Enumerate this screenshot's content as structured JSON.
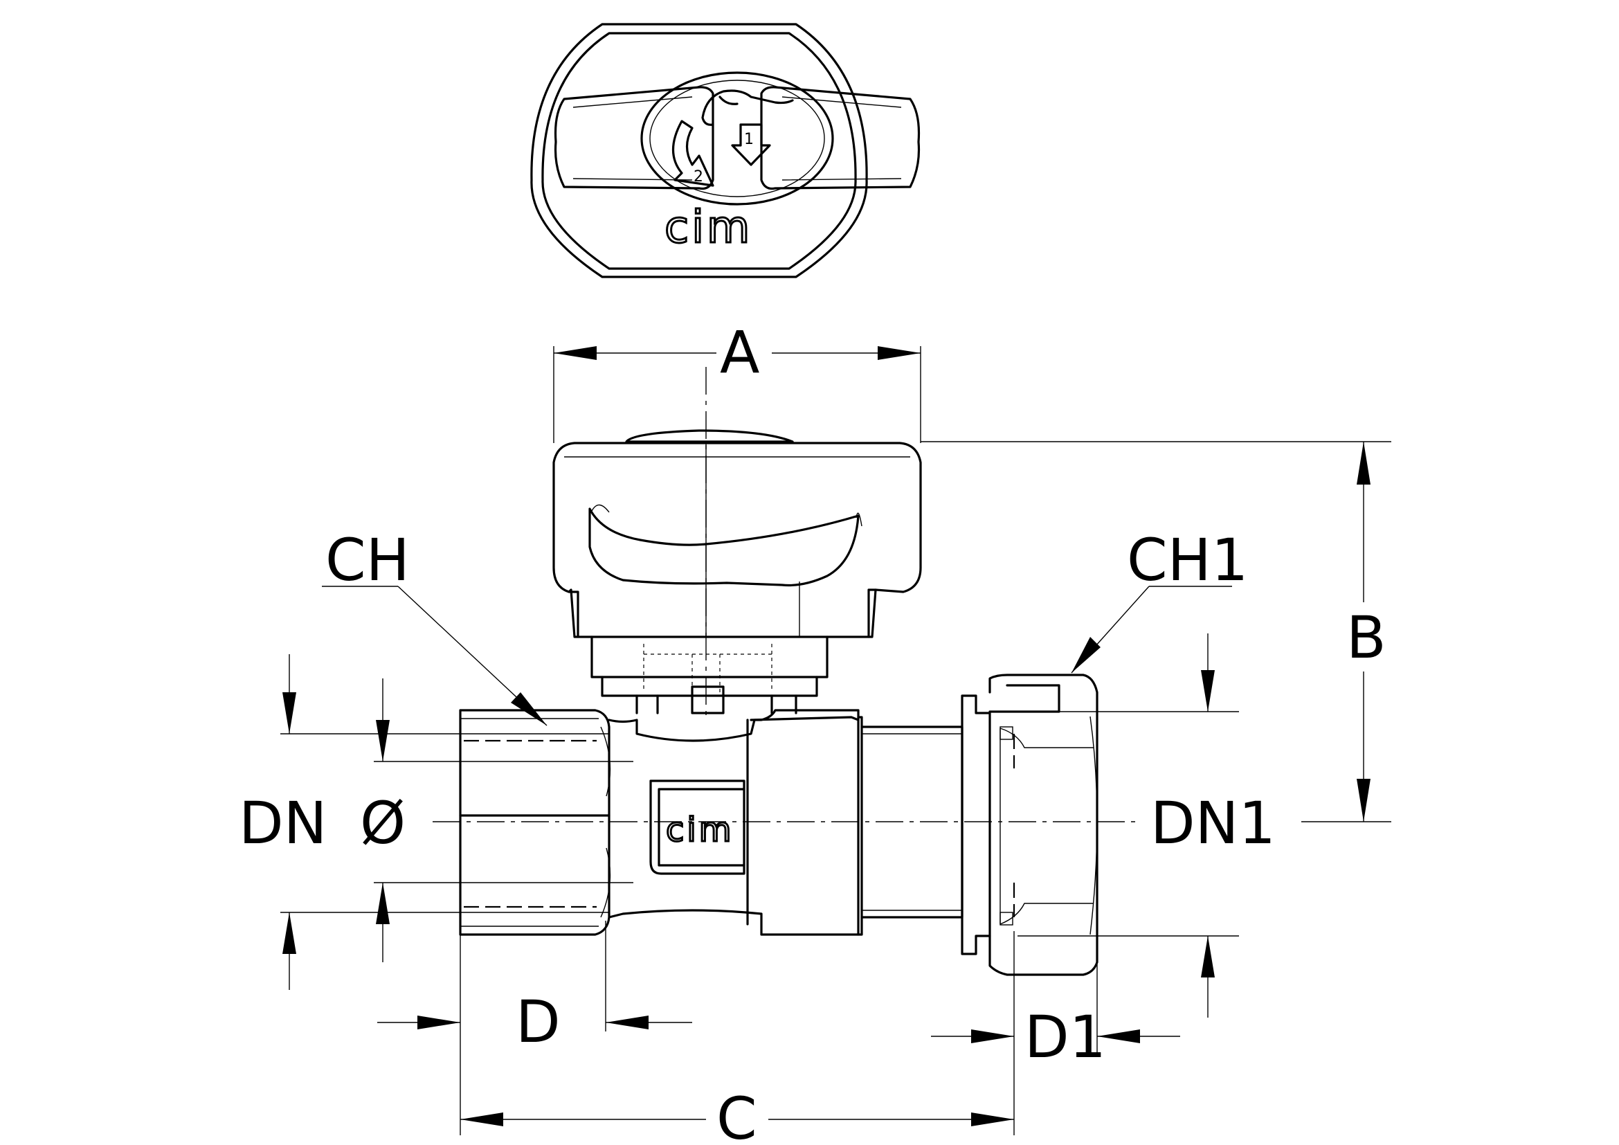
{
  "labels": {
    "a": "A",
    "b": "B",
    "c": "C",
    "d": "D",
    "d1": "D1",
    "ch": "CH",
    "ch1": "CH1",
    "dn": "DN",
    "phi": "Ø",
    "dn1": "DN1"
  },
  "handle_top": {
    "brand": "cim",
    "step1": "1",
    "step2": "2"
  },
  "body_brand": "cim"
}
